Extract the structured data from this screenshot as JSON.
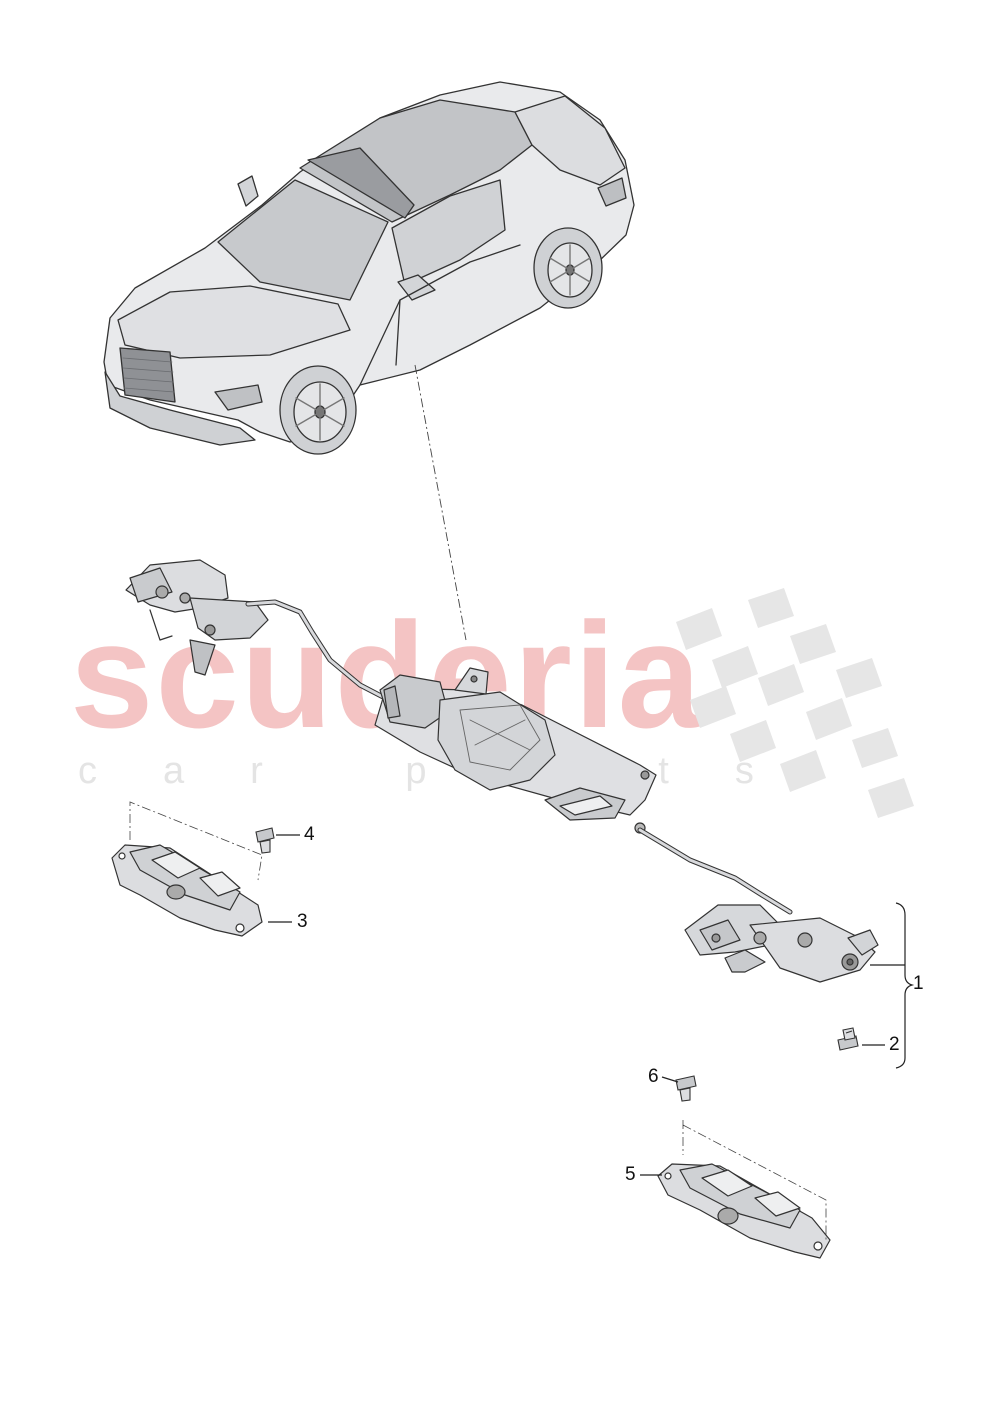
{
  "watermark": {
    "main": "scuderia",
    "sub": "car parts",
    "color": "#f4c4c4"
  },
  "callouts": [
    {
      "id": "1",
      "label": "1"
    },
    {
      "id": "2",
      "label": "2"
    },
    {
      "id": "3",
      "label": "3"
    },
    {
      "id": "4",
      "label": "4"
    },
    {
      "id": "5",
      "label": "5"
    },
    {
      "id": "6",
      "label": "6"
    }
  ]
}
